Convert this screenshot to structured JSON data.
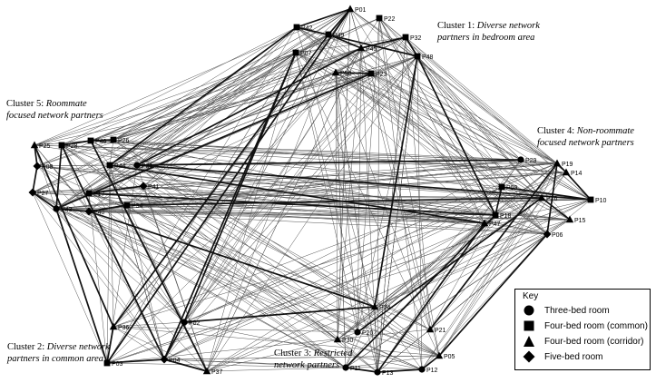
{
  "clusters": [
    {
      "name": "Cluster 1:",
      "desc_line1": "Diverse network",
      "desc_line2": "partners in bedroom area"
    },
    {
      "name": "Cluster 2:",
      "desc_line1": "Diverse network",
      "desc_line2": "partners in common area"
    },
    {
      "name": "Cluster 3:",
      "desc_line1": "Restricted",
      "desc_line2": "network partners"
    },
    {
      "name": "Cluster 4:",
      "desc_line1": "Non-roommate",
      "desc_line2": "focused network partners"
    },
    {
      "name": "Cluster 5:",
      "desc_line1": "Roommate",
      "desc_line2": "focused network partners"
    }
  ],
  "legend": {
    "title": "Key",
    "items": [
      {
        "shape": "circle",
        "label": "Three-bed room"
      },
      {
        "shape": "square",
        "label": "Four-bed room (common)"
      },
      {
        "shape": "triangle",
        "label": "Four-bed room (corridor)"
      },
      {
        "shape": "diamond",
        "label": "Five-bed room"
      }
    ]
  },
  "nodes": [
    {
      "id": "P01",
      "shape": "triangle"
    },
    {
      "id": "P42",
      "shape": "square"
    },
    {
      "id": "P22",
      "shape": "square"
    },
    {
      "id": "P49",
      "shape": "square"
    },
    {
      "id": "P45",
      "shape": "triangle"
    },
    {
      "id": "P32",
      "shape": "square"
    },
    {
      "id": "P07",
      "shape": "square"
    },
    {
      "id": "P48",
      "shape": "square"
    },
    {
      "id": "P50",
      "shape": "triangle"
    },
    {
      "id": "P23",
      "shape": "square"
    },
    {
      "id": "P25",
      "shape": "triangle"
    },
    {
      "id": "P28",
      "shape": "square"
    },
    {
      "id": "P46",
      "shape": "square"
    },
    {
      "id": "P26",
      "shape": "square"
    },
    {
      "id": "P08",
      "shape": "diamond"
    },
    {
      "id": "P44",
      "shape": "square"
    },
    {
      "id": "P31",
      "shape": "circle"
    },
    {
      "id": "P27",
      "shape": "diamond"
    },
    {
      "id": "P17",
      "shape": "square"
    },
    {
      "id": "P41",
      "shape": "diamond"
    },
    {
      "id": "P34",
      "shape": "square"
    },
    {
      "id": "P43",
      "shape": "circle"
    },
    {
      "id": "P40",
      "shape": "diamond"
    },
    {
      "id": "P29",
      "shape": "circle"
    },
    {
      "id": "P19",
      "shape": "triangle"
    },
    {
      "id": "P14",
      "shape": "triangle"
    },
    {
      "id": "P09",
      "shape": "square"
    },
    {
      "id": "P16",
      "shape": "triangle"
    },
    {
      "id": "P10",
      "shape": "square"
    },
    {
      "id": "P18",
      "shape": "square"
    },
    {
      "id": "P47",
      "shape": "triangle"
    },
    {
      "id": "P15",
      "shape": "triangle"
    },
    {
      "id": "P06",
      "shape": "diamond"
    },
    {
      "id": "P24",
      "shape": "triangle"
    },
    {
      "id": "P36",
      "shape": "triangle"
    },
    {
      "id": "P02",
      "shape": "circle"
    },
    {
      "id": "P30",
      "shape": "triangle"
    },
    {
      "id": "P20",
      "shape": "circle"
    },
    {
      "id": "P21",
      "shape": "triangle"
    },
    {
      "id": "P03",
      "shape": "square"
    },
    {
      "id": "P04",
      "shape": "diamond"
    },
    {
      "id": "P37",
      "shape": "triangle"
    },
    {
      "id": "P05",
      "shape": "triangle"
    },
    {
      "id": "P11",
      "shape": "circle"
    },
    {
      "id": "P13",
      "shape": "circle"
    },
    {
      "id": "P12",
      "shape": "circle"
    }
  ]
}
